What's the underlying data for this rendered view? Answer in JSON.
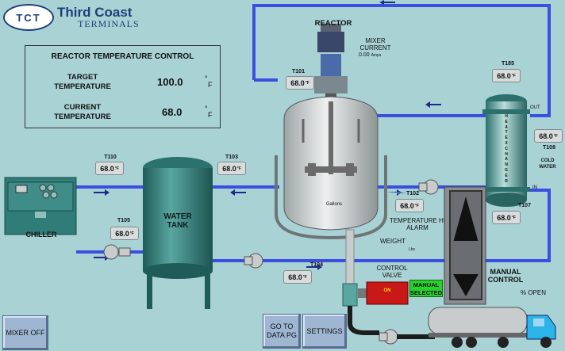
{
  "brand": {
    "logo": "TCT",
    "name": "Third Coast",
    "subtitle": "TERMINALS"
  },
  "panel": {
    "title": "REACTOR TEMPERATURE CONTROL",
    "target_label": "TARGET TEMPERATURE",
    "target_value": "100.0",
    "current_label": "CURRENT TEMPERATURE",
    "current_value": "68.0",
    "unit": "F"
  },
  "sensors": {
    "t101": {
      "tag": "T101",
      "value": "68.0"
    },
    "t110": {
      "tag": "T110",
      "value": "68.0"
    },
    "t103": {
      "tag": "T103",
      "value": "68.0"
    },
    "t105": {
      "tag": "T105",
      "value": "68.0"
    },
    "t104": {
      "tag": "T104",
      "value": "68.0"
    },
    "t102": {
      "tag": "T102",
      "value": "68.0"
    },
    "t185": {
      "tag": "T185",
      "value": "68.0"
    },
    "t108": {
      "tag": "T108",
      "value": "68.0"
    },
    "t107": {
      "tag": "T107",
      "value": "68.0"
    }
  },
  "reactor": {
    "title": "REACTOR",
    "mixer_label": "MIXER CURRENT",
    "mixer_value": "0.00",
    "mixer_unit": "Amps",
    "gallons_label": "Gallons",
    "temp_alarm": "TEMPERATURE HI ALARM",
    "weight_label": "WEIGHT",
    "weight_unit": "Lbs"
  },
  "tank": {
    "label": "WATER TANK"
  },
  "chiller": {
    "label": "CHILLER"
  },
  "exchanger": {
    "letters": [
      "H",
      "E",
      "A",
      "T",
      "E",
      "X",
      "C",
      "H",
      "A",
      "N",
      "G",
      "E",
      "R"
    ],
    "out_label": "OUT",
    "in_label": "IN",
    "cold_water_label": "COLD WATER"
  },
  "valve": {
    "label": "CONTROL VALVE",
    "status": "ON",
    "mode": "MANUAL SELECTED"
  },
  "manual": {
    "label": "MANUAL CONTROL",
    "percent_label": "% OPEN"
  },
  "buttons": {
    "mixer_off": "MIXER OFF",
    "go_to_data": "GO TO DATA PG",
    "settings": "SETTINGS"
  },
  "colors": {
    "background": "#a9d2d5",
    "pipe": "#3a4fe0",
    "vessel": "#c8cccc",
    "tank": "#2f7c78",
    "valve_on": "#e11c1c",
    "manual_selected": "#28d12e"
  }
}
